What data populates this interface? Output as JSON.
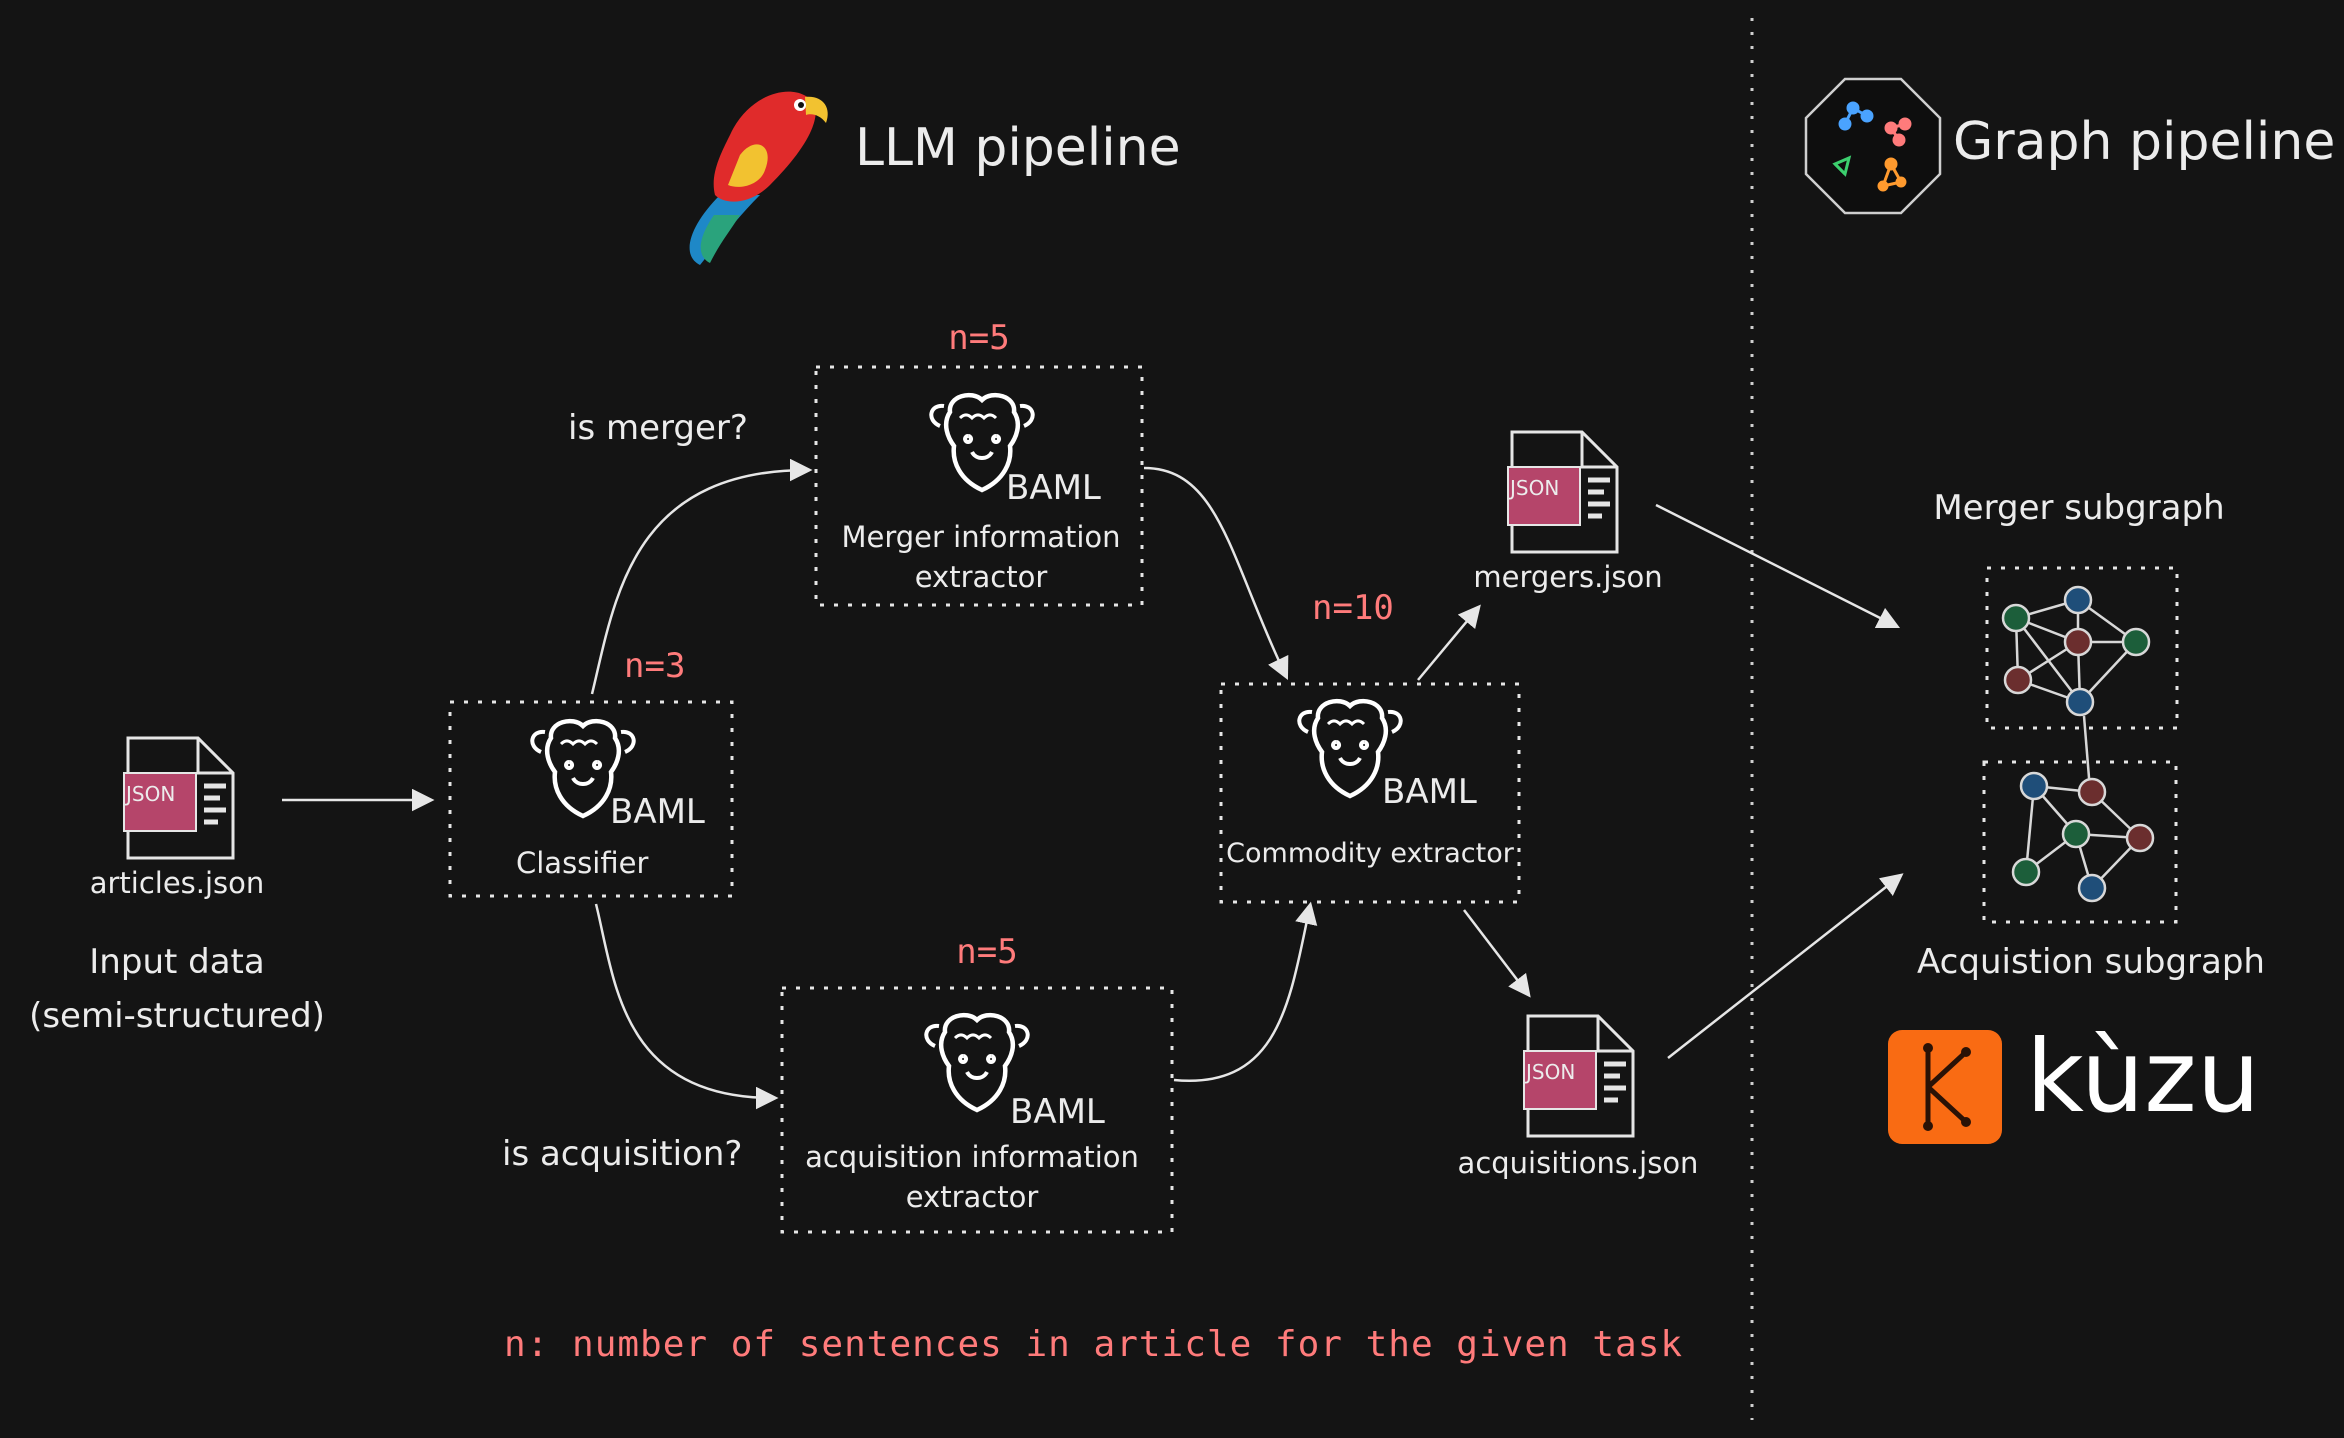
{
  "titles": {
    "llm_pipeline": "LLM pipeline",
    "graph_pipeline": "Graph pipeline"
  },
  "input": {
    "file": "articles.json",
    "caption_line1": "Input data",
    "caption_line2": "(semi-structured)"
  },
  "json_badge": "JSON",
  "baml_label": "BAML",
  "classifier": {
    "name": "Classifier",
    "n": "n=3"
  },
  "merger_extractor": {
    "line1": "Merger information",
    "line2": "extractor",
    "n": "n=5"
  },
  "acquisition_extractor": {
    "line1": "acquisition information",
    "line2": "extractor",
    "n": "n=5"
  },
  "commodity_extractor": {
    "name": "Commodity extractor",
    "n": "n=10"
  },
  "edge_labels": {
    "is_merger": "is merger?",
    "is_acquisition": "is acquisition?"
  },
  "outputs": {
    "mergers": "mergers.json",
    "acquisitions": "acquisitions.json"
  },
  "subgraphs": {
    "merger": "Merger subgraph",
    "acquisition": "Acquistion subgraph"
  },
  "brand": {
    "name": "kùzu",
    "color": "#f96b13"
  },
  "footnote": "n: number of sentences in article for the given task",
  "colors": {
    "background": "#141414",
    "accent": "#ff7b7b",
    "json_badge": "#b5456a",
    "node_blue": "#1f4e79",
    "node_green": "#1c5e3a",
    "node_red": "#6b2e2e"
  }
}
